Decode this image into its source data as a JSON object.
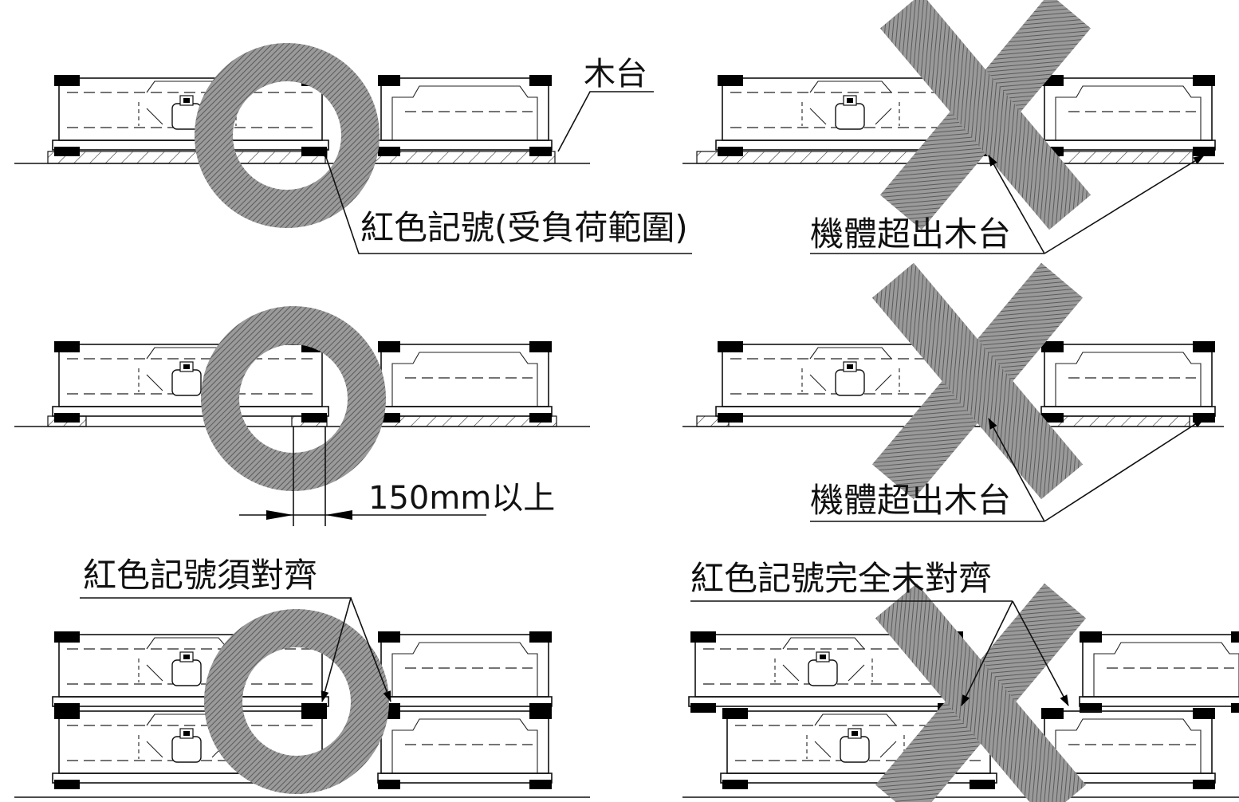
{
  "colors": {
    "ink": "#111111",
    "mark_gray": "#8a8a8a",
    "background": "#ffffff"
  },
  "labels": {
    "wood_pallet": "木台",
    "red_mark_load_range": "紅色記號(受負荷範圍)",
    "unit_exceeds_pallet_top": "機體超出木台",
    "dimension_150": "150mm以上",
    "unit_exceeds_pallet_mid": "機體超出木台",
    "red_marks_must_align": "紅色記號須對齊",
    "red_marks_not_aligned": "紅色記號完全未對齊"
  },
  "symbols": {
    "correct": "circle-ok-mark",
    "incorrect": "x-ng-mark"
  }
}
